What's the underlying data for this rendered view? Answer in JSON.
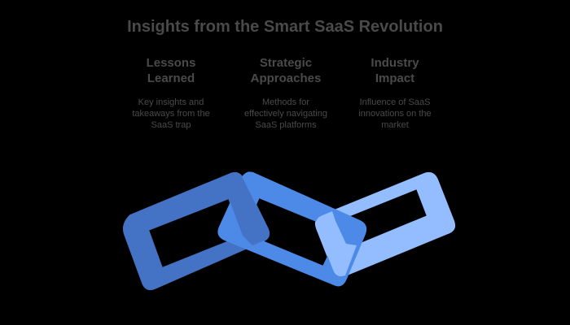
{
  "title": "Insights from the Smart SaaS Revolution",
  "columns": [
    {
      "heading_line1": "Lessons",
      "heading_line2": "Learned",
      "desc_line1": "Key insights and",
      "desc_line2": "takeaways from the",
      "desc_line3": "SaaS trap"
    },
    {
      "heading_line1": "Strategic",
      "heading_line2": "Approaches",
      "desc_line1": "Methods for",
      "desc_line2": "effectively navigating",
      "desc_line3": "SaaS platforms"
    },
    {
      "heading_line1": "Industry",
      "heading_line2": "Impact",
      "desc_line1": "Influence of SaaS",
      "desc_line2": "innovations on the",
      "desc_line3": "market"
    }
  ],
  "chain": {
    "links": [
      {
        "name": "lessons-learned",
        "color": "#4472c4"
      },
      {
        "name": "strategic-approaches",
        "color": "#4d8ae8"
      },
      {
        "name": "industry-impact",
        "color": "#93bdff"
      }
    ]
  },
  "colors": {
    "background": "#000000",
    "text": "#4a4a4a"
  }
}
